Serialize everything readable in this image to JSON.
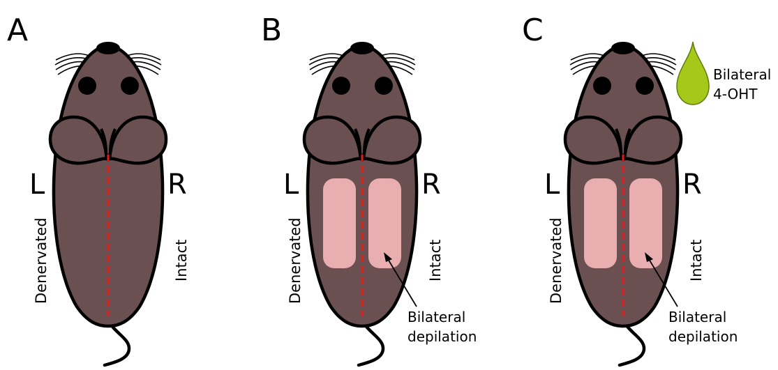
{
  "panels": [
    {
      "letter": "A",
      "left_label": "L",
      "right_label": "R",
      "left_side": "Denervated",
      "right_side": "Intact",
      "depilation": false,
      "annotation_line1": "",
      "annotation_line2": "",
      "drop": false,
      "drop_line1": "",
      "drop_line2": ""
    },
    {
      "letter": "B",
      "left_label": "L",
      "right_label": "R",
      "left_side": "Denervated",
      "right_side": "Intact",
      "depilation": true,
      "annotation_line1": "Bilateral",
      "annotation_line2": "depilation",
      "drop": false,
      "drop_line1": "",
      "drop_line2": ""
    },
    {
      "letter": "C",
      "left_label": "L",
      "right_label": "R",
      "left_side": "Denervated",
      "right_side": "Intact",
      "depilation": true,
      "annotation_line1": "Bilateral",
      "annotation_line2": "depilation",
      "drop": true,
      "drop_line1": "Bilateral",
      "drop_line2": "4-OHT"
    }
  ],
  "colors": {
    "body": "#6b5052",
    "outline": "#000000",
    "midline": "#e01c1c",
    "depilation_patch": "#e8aeb0",
    "drop_fill": "#a6c81a",
    "drop_stroke": "#5f7a0a",
    "background": "#ffffff"
  }
}
